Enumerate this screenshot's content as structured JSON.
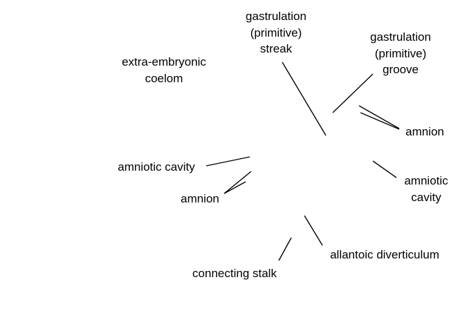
{
  "labels": {
    "gastrulation_streak": {
      "line1": "gastrulation",
      "line2": "(primitive)",
      "line3": "streak"
    },
    "gastrulation_groove": {
      "line1": "gastrulation",
      "line2": "(primitive)",
      "line3": "groove"
    },
    "extra_embryonic_coelom": {
      "line1": "extra-embryonic",
      "line2": "coelom"
    },
    "amnion_right": "amnion",
    "amniotic_cavity_left": "amniotic cavity",
    "amnion_left": "amnion",
    "amniotic_cavity_right": {
      "line1": "amniotic",
      "line2": "cavity"
    },
    "allantoic_diverticulum": "allantoic diverticulum",
    "connecting_stalk": "connecting stalk"
  },
  "colors": {
    "background": "#ffffff",
    "text": "#000000",
    "leader_line": "#000000"
  }
}
